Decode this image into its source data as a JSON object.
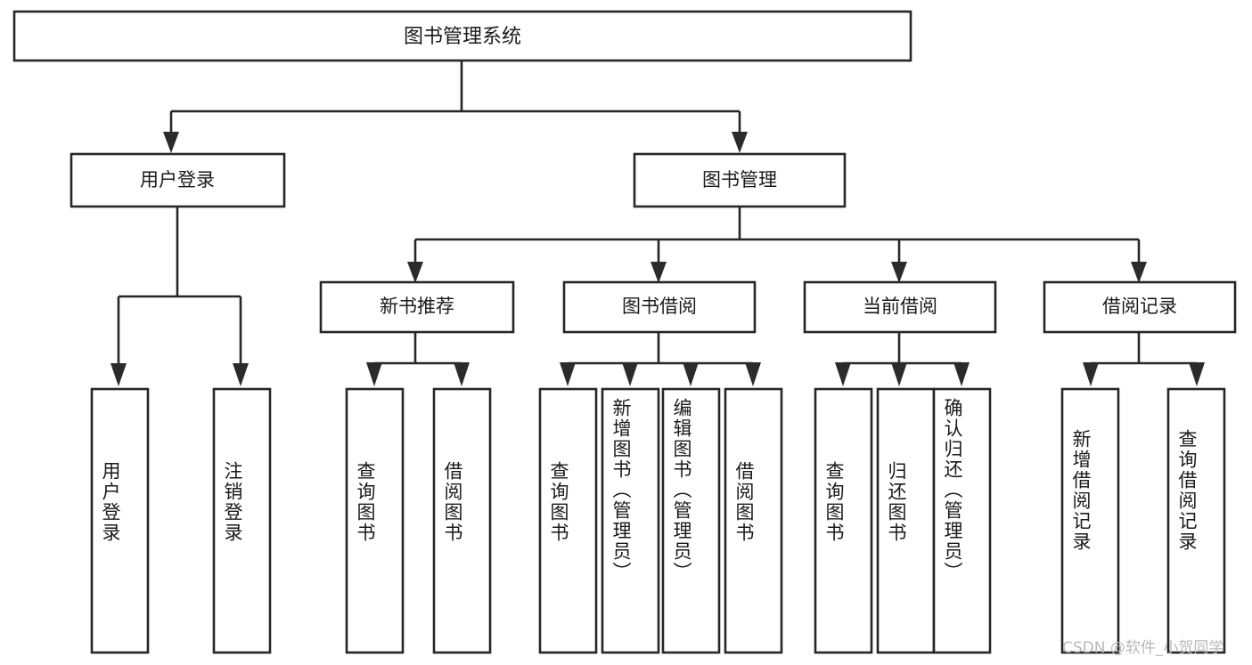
{
  "diagram": {
    "kind": "functional-structure-tree",
    "root": {
      "id": "root",
      "label": "图书管理系统"
    },
    "level2": [
      {
        "id": "user-login",
        "label": "用户登录"
      },
      {
        "id": "book-manage",
        "label": "图书管理"
      }
    ],
    "level3": [
      {
        "id": "new-book-rec",
        "label": "新书推荐",
        "parent": "book-manage"
      },
      {
        "id": "book-borrow",
        "label": "图书借阅",
        "parent": "book-manage"
      },
      {
        "id": "current-borrow",
        "label": "当前借阅",
        "parent": "book-manage"
      },
      {
        "id": "borrow-record",
        "label": "借阅记录",
        "parent": "book-manage"
      }
    ],
    "leaves": [
      {
        "id": "leaf-user-login",
        "label": "用户登录",
        "parent": "user-login"
      },
      {
        "id": "leaf-logout",
        "label": "注销登录",
        "parent": "user-login"
      },
      {
        "id": "leaf-query-book-1",
        "label": "查询图书",
        "parent": "new-book-rec"
      },
      {
        "id": "leaf-borrow-book-1",
        "label": "借阅图书",
        "parent": "new-book-rec"
      },
      {
        "id": "leaf-query-book-2",
        "label": "查询图书",
        "parent": "book-borrow"
      },
      {
        "id": "leaf-add-book",
        "label": "新增图书（管理员）",
        "parent": "book-borrow"
      },
      {
        "id": "leaf-edit-book",
        "label": "编辑图书（管理员）",
        "parent": "book-borrow"
      },
      {
        "id": "leaf-borrow-book-2",
        "label": "借阅图书",
        "parent": "book-borrow"
      },
      {
        "id": "leaf-query-book-3",
        "label": "查询图书",
        "parent": "current-borrow"
      },
      {
        "id": "leaf-return-book",
        "label": "归还图书",
        "parent": "current-borrow"
      },
      {
        "id": "leaf-confirm-return",
        "label": "确认归还（管理员）",
        "parent": "current-borrow"
      },
      {
        "id": "leaf-add-record",
        "label": "新增借阅记录",
        "parent": "borrow-record"
      },
      {
        "id": "leaf-query-record",
        "label": "查询借阅记录",
        "parent": "borrow-record"
      }
    ]
  },
  "watermark": {
    "text": "CSDN @软件_小贺同学"
  },
  "colors": {
    "background": "#ffffff",
    "stroke": "#262626",
    "text": "#1a1a1a",
    "watermark": "#b9b9b9"
  }
}
